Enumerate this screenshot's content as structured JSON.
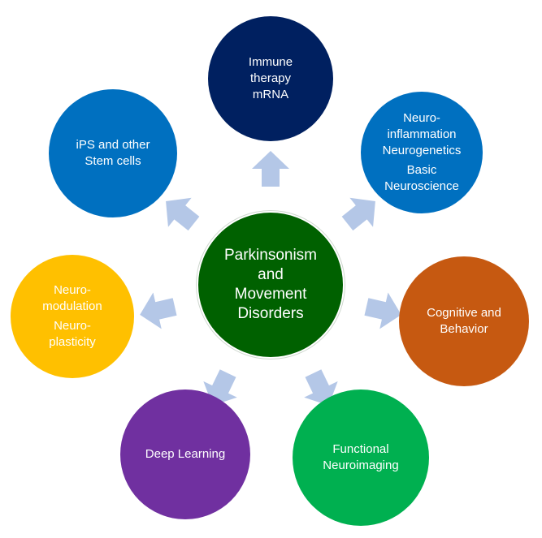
{
  "center": {
    "lines": [
      "Parkinsonism",
      "and",
      "Movement",
      "Disorders"
    ],
    "color": "#006100"
  },
  "nodes": [
    {
      "id": "immune-therapy",
      "lines": [
        "Immune",
        "therapy",
        "mRNA"
      ],
      "color": "#002060"
    },
    {
      "id": "neuroinflammation",
      "lines": [
        "Neuro-",
        "inflammation",
        "Neurogenetics"
      ],
      "lines2": [
        "Basic",
        "Neuroscience"
      ],
      "color": "#0070C0"
    },
    {
      "id": "cognitive-behavior",
      "lines": [
        "Cognitive and",
        "Behavior"
      ],
      "color": "#C65911"
    },
    {
      "id": "functional-neuroimaging",
      "lines": [
        "Functional",
        "Neuroimaging"
      ],
      "color": "#00B050"
    },
    {
      "id": "deep-learning",
      "lines": [
        "Deep Learning"
      ],
      "color": "#7030A0"
    },
    {
      "id": "neuromodulation",
      "lines": [
        "Neuro-",
        "modulation"
      ],
      "lines2": [
        "Neuro-",
        "plasticity"
      ],
      "color": "#FFC000"
    },
    {
      "id": "ips-stem-cells",
      "lines": [
        "iPS and other",
        "Stem cells"
      ],
      "color": "#0070C0"
    }
  ],
  "arrow_color": "#B4C7E7"
}
